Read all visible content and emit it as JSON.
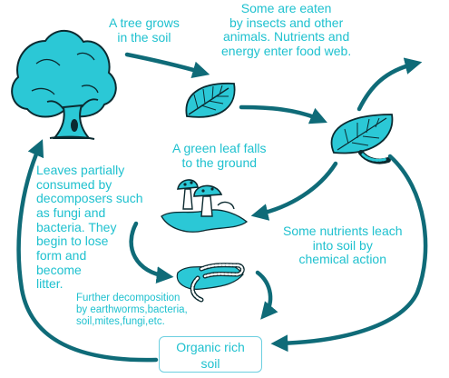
{
  "labels": {
    "tree": "A tree grows\nin the soil",
    "eaten": "Some are eaten\nby insects and other\nanimals. Nutrients and\nenergy enter food web.",
    "leaf_falls": "A green leaf falls\nto the ground",
    "partial": "Leaves partially\nconsumed by\ndecomposers such\nas fungi and\nbacteria. They\nbegin to lose\nform and\nbecome\nlitter.",
    "leach": "Some nutrients leach\ninto soil by\nchemical action",
    "further": "Further decomposition\nby earthworms,bacteria,\nsoil,mites,fungi,etc.",
    "soil": "Organic rich\nsoil"
  },
  "colors": {
    "accent": "#1fc1cf",
    "arrow": "#0f6b78",
    "dark": "#0b2a30"
  }
}
